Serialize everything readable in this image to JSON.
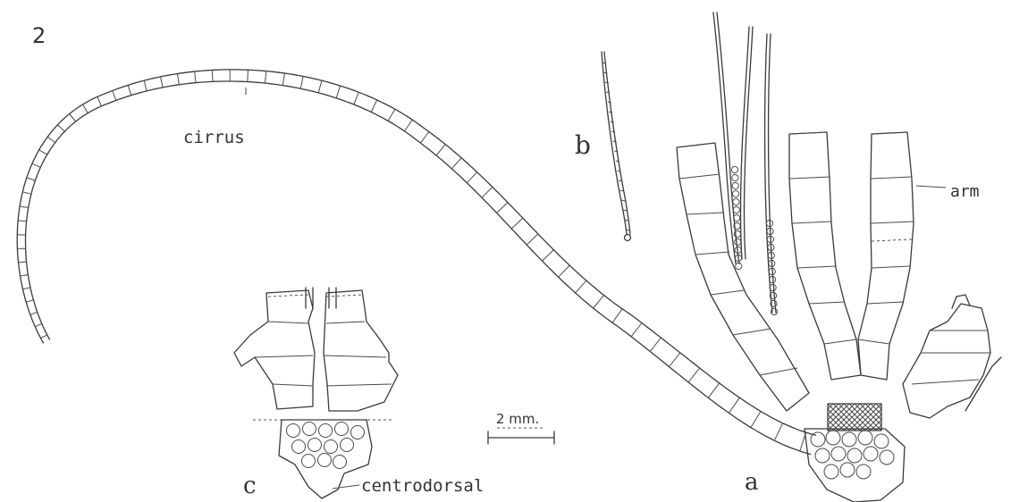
{
  "figure": {
    "number": "2",
    "labels": {
      "a": "a",
      "b": "b",
      "c": "c",
      "cirrus": "cirrus",
      "arm": "arm",
      "centrodorsal": "centrodorsal",
      "scale": "2 mm."
    }
  },
  "colors": {
    "ink": "#3a3a3a",
    "background": "#ffffff"
  }
}
